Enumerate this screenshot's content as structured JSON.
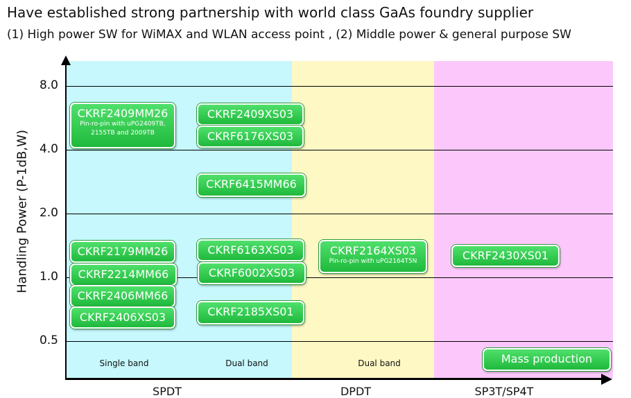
{
  "title": "Have established strong partnership with world class GaAs foundry supplier",
  "subtitle": "(1) High power SW for WiMAX and WLAN access point , (2) Middle power & general purpose SW",
  "chart": {
    "ylabel": "Handling Power (P-1dB,W)",
    "yticks": [
      "8.0",
      "4.0",
      "2.0",
      "1.0",
      "0.5"
    ],
    "categories": [
      "SPDT",
      "DPDT",
      "SP3T/SP4T"
    ],
    "bands": [
      "Single band",
      "Dual band",
      "Dual band"
    ],
    "region_colors": {
      "SPDT": "#c6f8fd",
      "DPDT": "#fdf8c4",
      "SP3T/SP4T": "#fcc8fc"
    },
    "part_color": "#2bc94a"
  },
  "parts": {
    "p1": {
      "name": "CKRF2409MM26",
      "note": "Pin-ro-pin with uPG2409TB, 2155TB and 2009TB"
    },
    "p2": {
      "name": "CKRF2409XS03"
    },
    "p3": {
      "name": "CKRF6176XS03"
    },
    "p4": {
      "name": "CKRF6415MM66"
    },
    "p5": {
      "name": "CKRF2179MM26"
    },
    "p6": {
      "name": "CKRF2214MM66"
    },
    "p7": {
      "name": "CKRF2406MM66"
    },
    "p8": {
      "name": "CKRF2406XS03"
    },
    "p9": {
      "name": "CKRF6163XS03"
    },
    "p10": {
      "name": "CKRF6002XS03"
    },
    "p11": {
      "name": "CKRF2185XS01"
    },
    "p12": {
      "name": "CKRF2164XS03",
      "note": "Pin-ro-pin with uPG2164T5N"
    },
    "p13": {
      "name": "CKRF2430XS01"
    }
  },
  "legend": {
    "mass_production": "Mass production"
  }
}
